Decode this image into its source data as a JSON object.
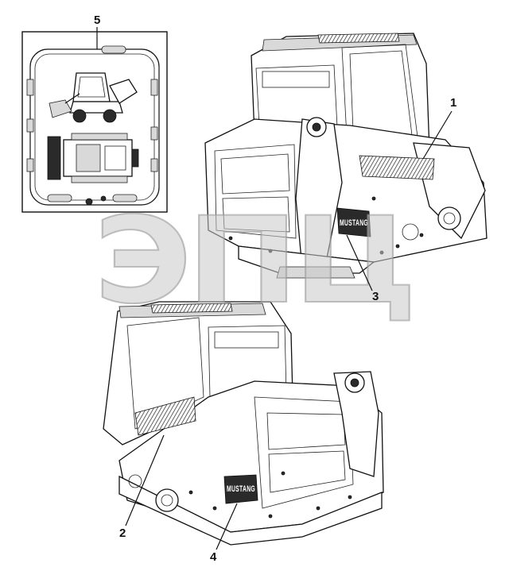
{
  "callouts": [
    {
      "id": "1",
      "label": "1"
    },
    {
      "id": "2",
      "label": "2"
    },
    {
      "id": "3",
      "label": "3"
    },
    {
      "id": "4",
      "label": "4"
    },
    {
      "id": "5",
      "label": "5"
    }
  ],
  "decals": {
    "rear_brand": "MUSTANG",
    "front_brand": "MUSTANG"
  },
  "watermark": "ЭПЦ",
  "colors": {
    "line": "#111111",
    "background": "#ffffff",
    "watermark": "#c8c8c8"
  }
}
